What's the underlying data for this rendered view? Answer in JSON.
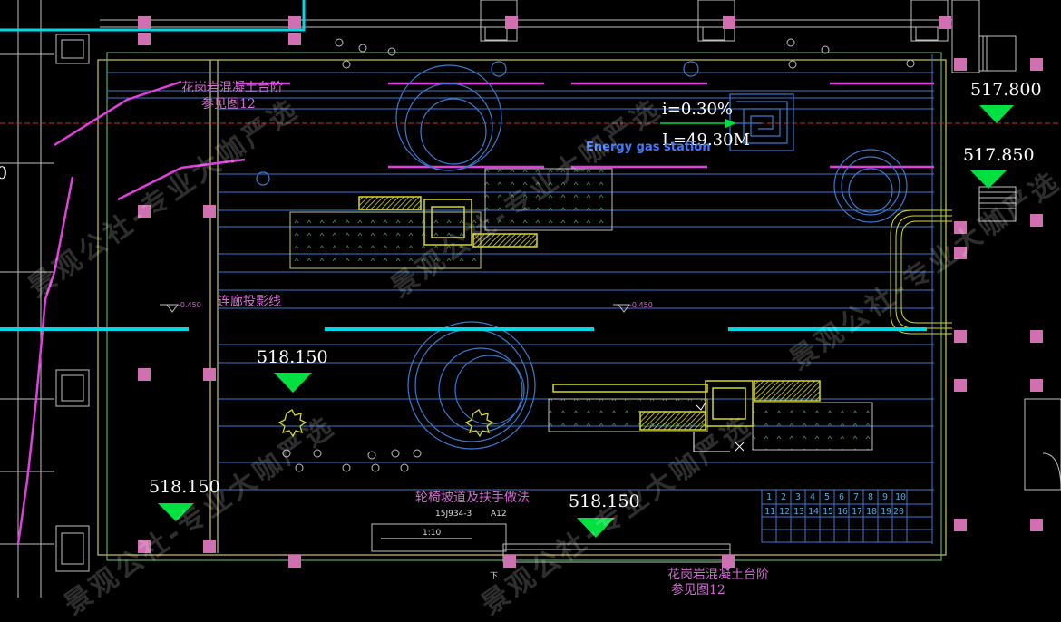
{
  "elevations": {
    "e1": "517.800",
    "e2": "517.850",
    "e3": "518.150",
    "e4": "518.150",
    "e5": "518.150",
    "left_edge": "0"
  },
  "annotations": {
    "slope": "i=0.30%",
    "length": "L=49.30M",
    "energy_station": "Energy gas station",
    "granite_steps_top": "花岗岩混凝土台阶",
    "ref_top": "参见图12",
    "granite_steps_bottom": "花岗岩混凝土台阶",
    "ref_bottom": "参见图12",
    "corridor_projection": "连廊投影线",
    "wheelchair_ramp": "轮椅坡道及扶手做法",
    "ramp_ref": "15J934-3",
    "ramp_ref_index": "A12",
    "ramp_ratio": "1:10",
    "level_mark_a": "-0.450",
    "level_mark_b": "-0.450",
    "down_label": "下"
  },
  "watermark": {
    "w1": "景观公社-专业大咖严选",
    "w2": "景观公社-专业大咖严选",
    "w3": "景观公社-专业大咖严选",
    "w4": "景观公社-专业大咖严选",
    "w5": "景观公社-专业大咖严选"
  },
  "grid_numbers": [
    "1",
    "2",
    "3",
    "4",
    "5",
    "6",
    "7",
    "8",
    "9",
    "10",
    "11",
    "12",
    "13",
    "14",
    "15",
    "16",
    "17",
    "18",
    "19",
    "20"
  ],
  "colors": {
    "outline_yellow": "#c8c860",
    "cyan": "#00d8e8",
    "magenta": "#e040e0",
    "pink_column": "#d070b0",
    "green_marker": "#00e040",
    "blue_lines": "#3a7ad0",
    "hatch_yellow": "#d8d820"
  }
}
